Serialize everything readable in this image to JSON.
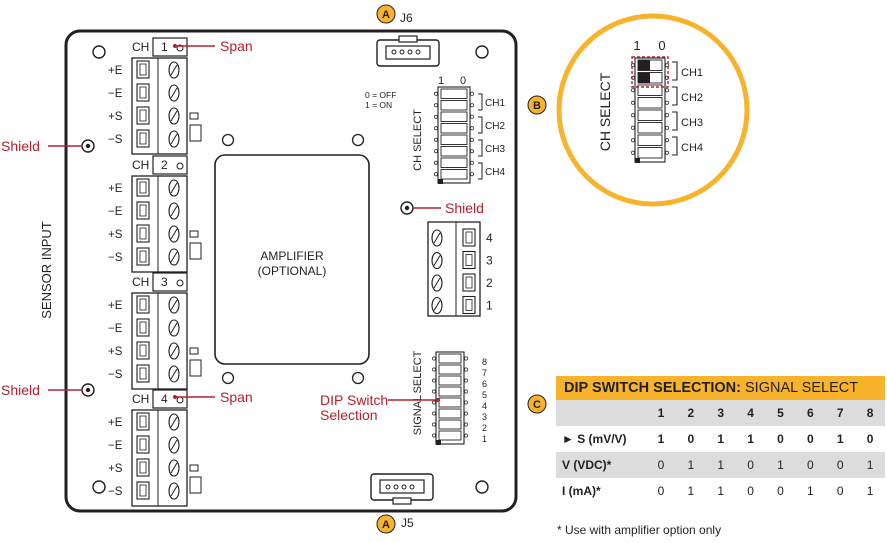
{
  "connectors": {
    "j6": "J6",
    "j5": "J5",
    "badge_a": "A",
    "badge_b": "B",
    "badge_c": "C"
  },
  "channels": [
    {
      "label": "CH",
      "num": "1"
    },
    {
      "label": "CH",
      "num": "2"
    },
    {
      "label": "CH",
      "num": "3"
    },
    {
      "label": "CH",
      "num": "4"
    }
  ],
  "pins": [
    "+E",
    "−E",
    "+S",
    "−S"
  ],
  "callouts": {
    "span": "Span",
    "shield": "Shield",
    "dip_line1": "DIP Switch",
    "dip_line2": "Selection"
  },
  "side_label": "SENSOR INPUT",
  "amplifier": {
    "line1": "AMPLIFIER",
    "line2": "(OPTIONAL)"
  },
  "ch_select": {
    "title": "CH SELECT",
    "legend_off": "0 = OFF",
    "legend_on": "1 = ON",
    "col1": "1",
    "col0": "0",
    "labels": [
      "CH1",
      "CH2",
      "CH3",
      "CH4"
    ]
  },
  "output_terminals": [
    "4",
    "3",
    "2",
    "1"
  ],
  "signal_select": {
    "title1": "SIGNAL",
    "title2": "SELECT",
    "positions": [
      "8",
      "7",
      "6",
      "5",
      "4",
      "3",
      "2",
      "1"
    ]
  },
  "table": {
    "title_bold": "DIP SWITCH SELECTION:",
    "title_rest": " SIGNAL SELECT",
    "columns": [
      "1",
      "2",
      "3",
      "4",
      "5",
      "6",
      "7",
      "8"
    ],
    "rows": [
      {
        "label": "► S (mV/V)",
        "values": [
          "1",
          "0",
          "1",
          "1",
          "0",
          "0",
          "1",
          "0"
        ]
      },
      {
        "label": "V (VDC)*",
        "values": [
          "0",
          "1",
          "1",
          "0",
          "1",
          "0",
          "0",
          "1"
        ]
      },
      {
        "label": "I (mA)*",
        "values": [
          "0",
          "1",
          "1",
          "0",
          "0",
          "1",
          "0",
          "1"
        ]
      }
    ],
    "footnote": "* Use with amplifier option only"
  },
  "colors": {
    "accent_red": "#b5202e",
    "badge_yellow": "#f7b32b",
    "outline": "#231f20",
    "table_gray": "#dcdcdd"
  }
}
